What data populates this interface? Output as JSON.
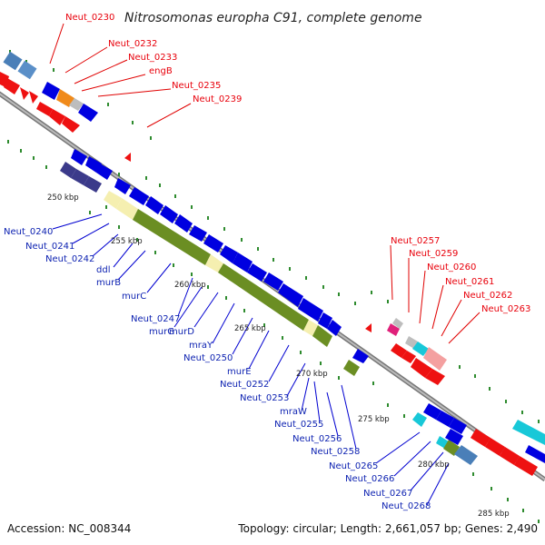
{
  "title": "Nitrosomonas europha C91, complete genome",
  "footer": {
    "accession": "Accession: NC_008344",
    "topology": "Topology: circular; Length: 2,661,057 bp; Genes: 2,490"
  },
  "ticks": [
    "250 kbp",
    "255 kbp",
    "260 kbp",
    "265 kbp",
    "270 kbp",
    "275 kbp",
    "280 kbp",
    "285 kbp"
  ],
  "labels_red_top": [
    "Neut_0230",
    "Neut_0232",
    "Neut_0233",
    "engB",
    "Neut_0235",
    "Neut_0239"
  ],
  "labels_blue_mid": [
    "Neut_0240",
    "Neut_0241",
    "Neut_0242",
    "ddl",
    "murB",
    "murC",
    "Neut_0247",
    "murG",
    "murD",
    "mraY",
    "Neut_0250",
    "murE",
    "Neut_0252",
    "Neut_0253",
    "mraW",
    "Neut_0255",
    "Neut_0256",
    "Neut_0258"
  ],
  "labels_red_right": [
    "Neut_0257",
    "Neut_0259",
    "Neut_0260",
    "Neut_0261",
    "Neut_0262",
    "Neut_0263"
  ],
  "labels_blue_bottom": [
    "Neut_0265",
    "Neut_0266",
    "Neut_0267",
    "Neut_0268"
  ],
  "colors": {
    "forward_gene": "#ff0000",
    "reverse_gene": "#0000e0",
    "cog_blue": "#4a7fb8",
    "cog_olive": "#6b8e23",
    "cog_yellow": "#f5efb0",
    "cog_cyan": "#18c8d8",
    "cog_purple": "#3b3a8a",
    "backbone": "#8c8c8c"
  }
}
